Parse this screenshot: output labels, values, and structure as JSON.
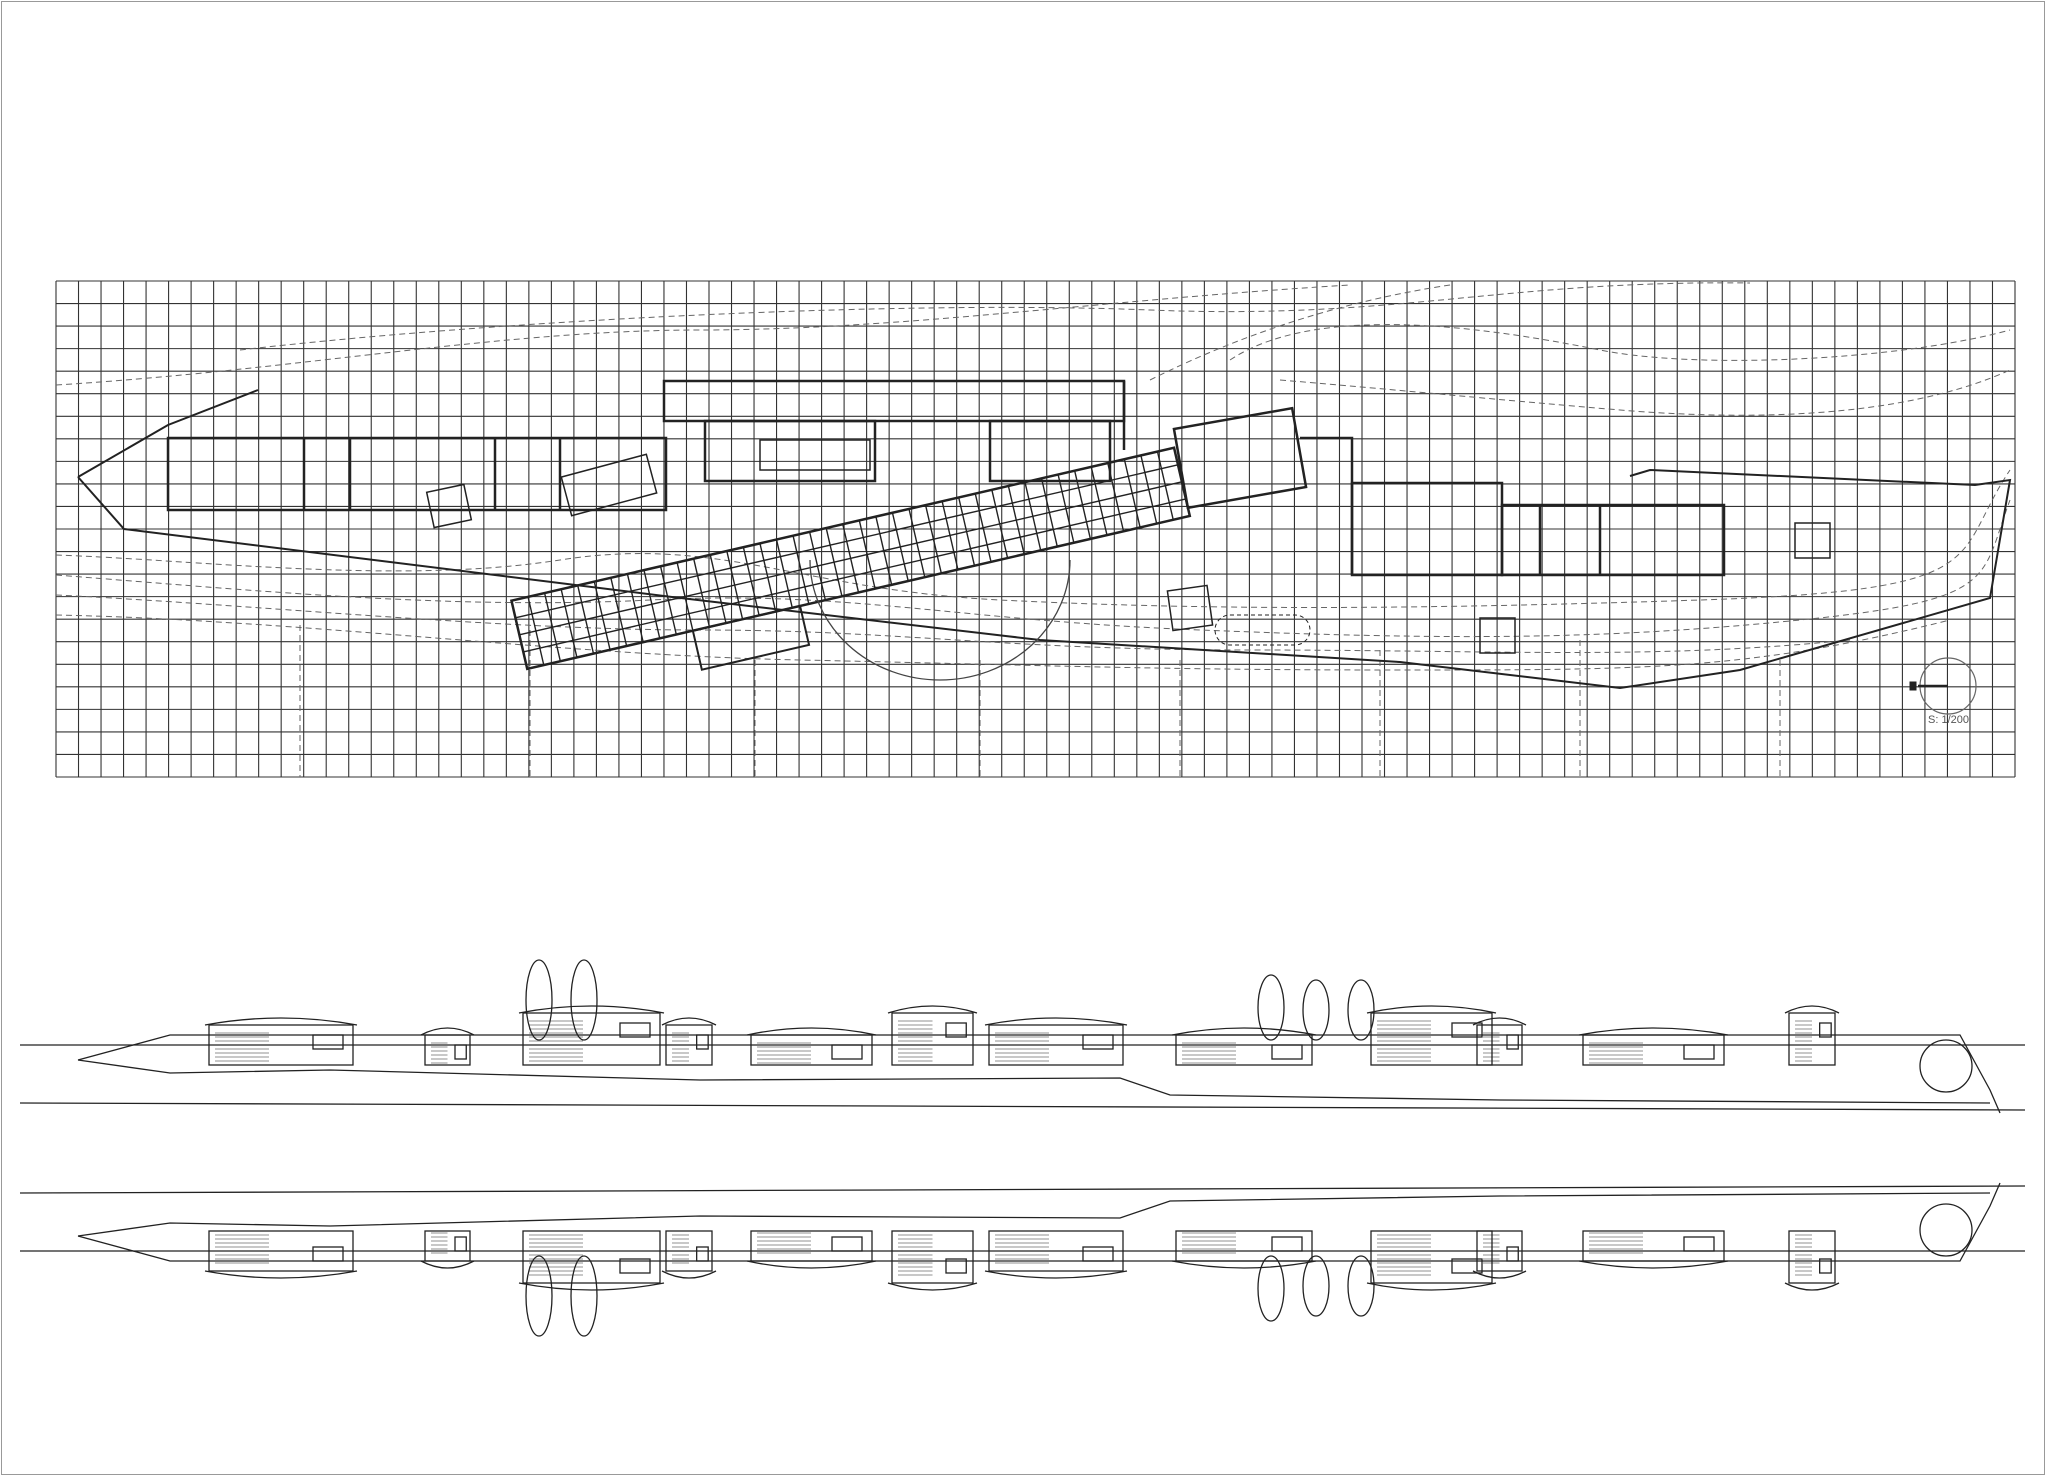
{
  "drawing": {
    "scale_label": "S: 1/200",
    "grid_columns": 87,
    "grid_rows": 22
  },
  "colors": {
    "line": "#222222",
    "grid": "#333333",
    "contour": "#666666",
    "frame": "#999999"
  }
}
